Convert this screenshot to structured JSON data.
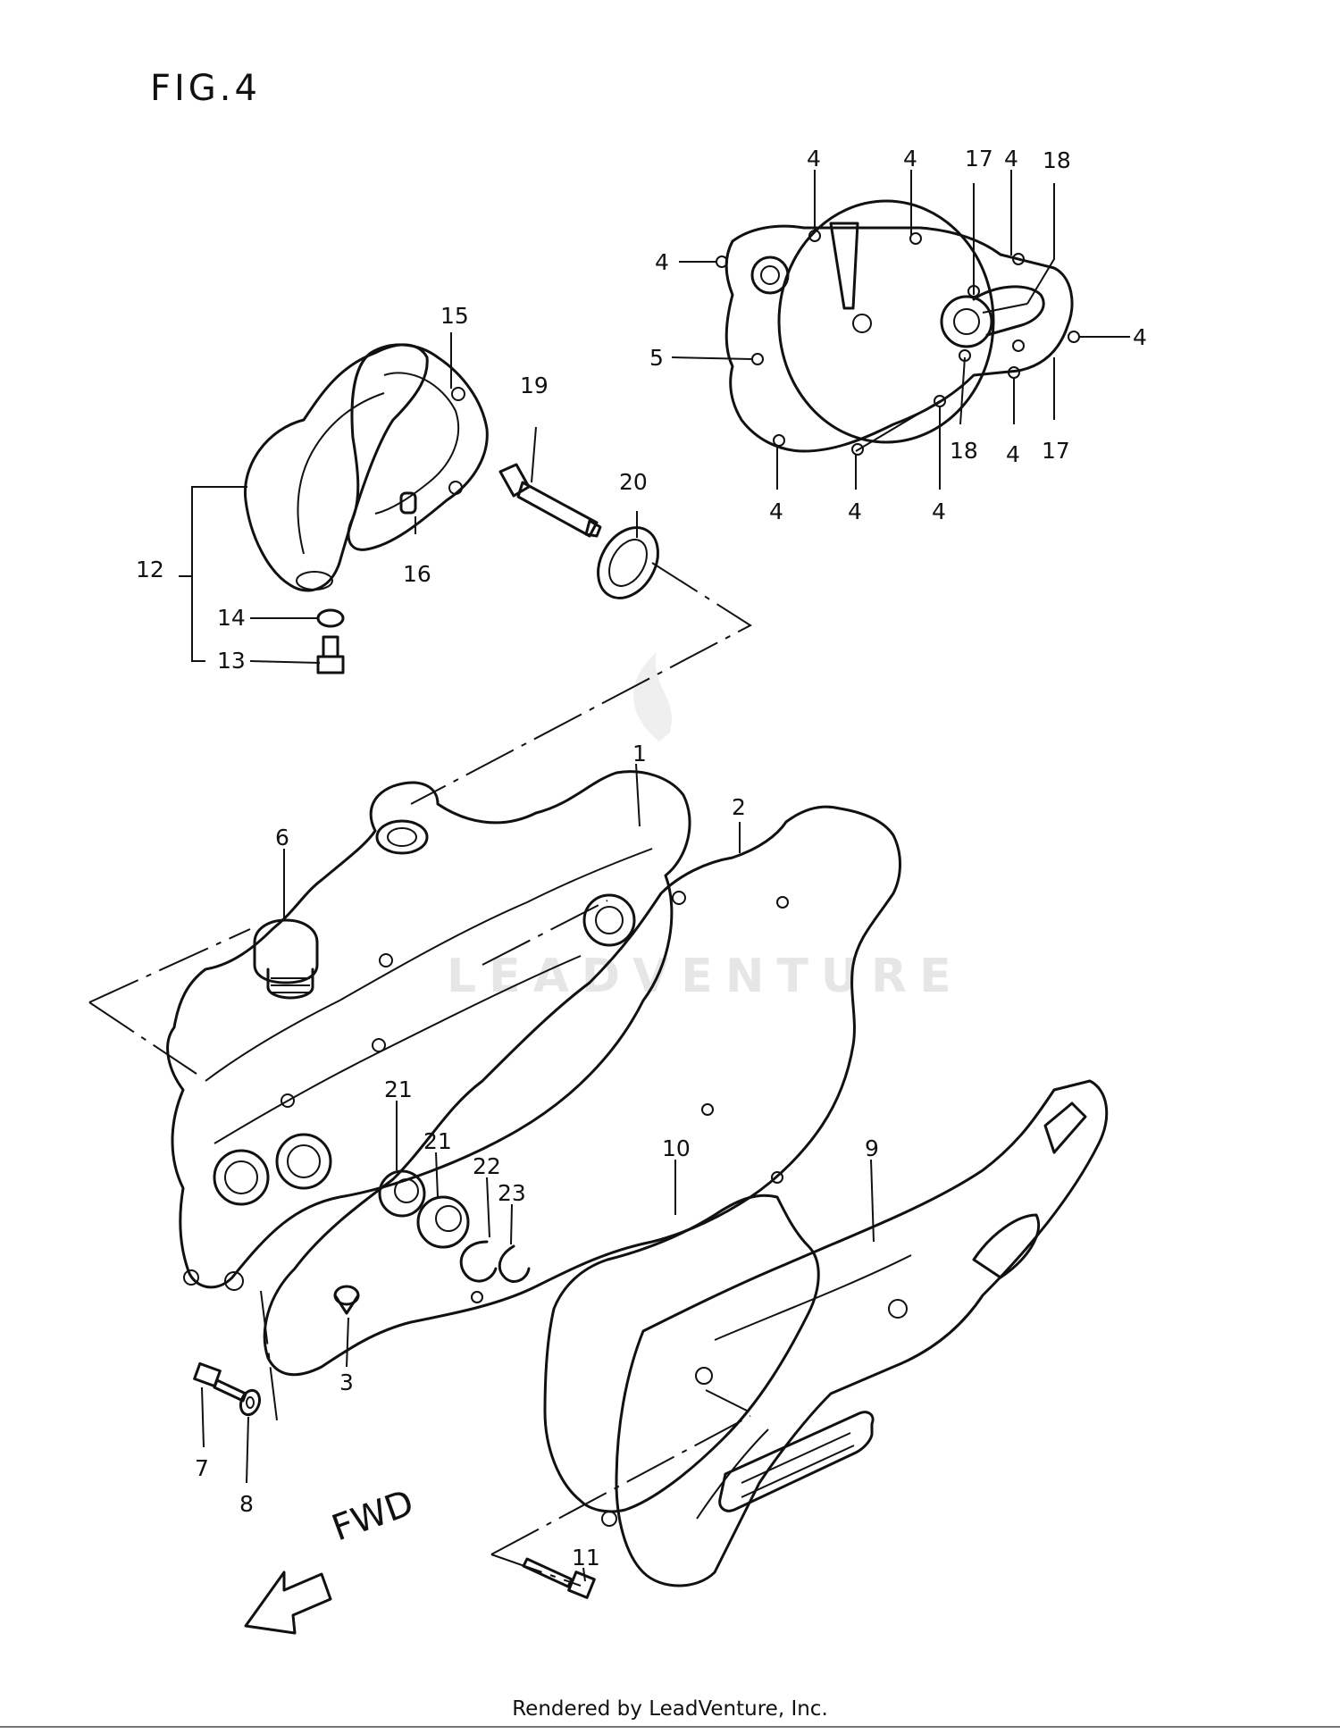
{
  "figure": {
    "title": "FIG.4",
    "watermark": "LEADVENTURE",
    "direction_label": "FWD",
    "footer": "Rendered by LeadVenture, Inc."
  },
  "callouts": {
    "c1": "1",
    "c2": "2",
    "c3": "3",
    "c4a": "4",
    "c4b": "4",
    "c4c": "4",
    "c4d": "4",
    "c4e": "4",
    "c4f": "4",
    "c4g": "4",
    "c4h": "4",
    "c4i": "4",
    "c5": "5",
    "c6": "6",
    "c7": "7",
    "c8": "8",
    "c9": "9",
    "c10": "10",
    "c11": "11",
    "c12": "12",
    "c13": "13",
    "c14": "14",
    "c15": "15",
    "c16": "16",
    "c17a": "17",
    "c17b": "17",
    "c18a": "18",
    "c18b": "18",
    "c19": "19",
    "c20": "20",
    "c21a": "21",
    "c21b": "21",
    "c22": "22",
    "c23": "23"
  }
}
